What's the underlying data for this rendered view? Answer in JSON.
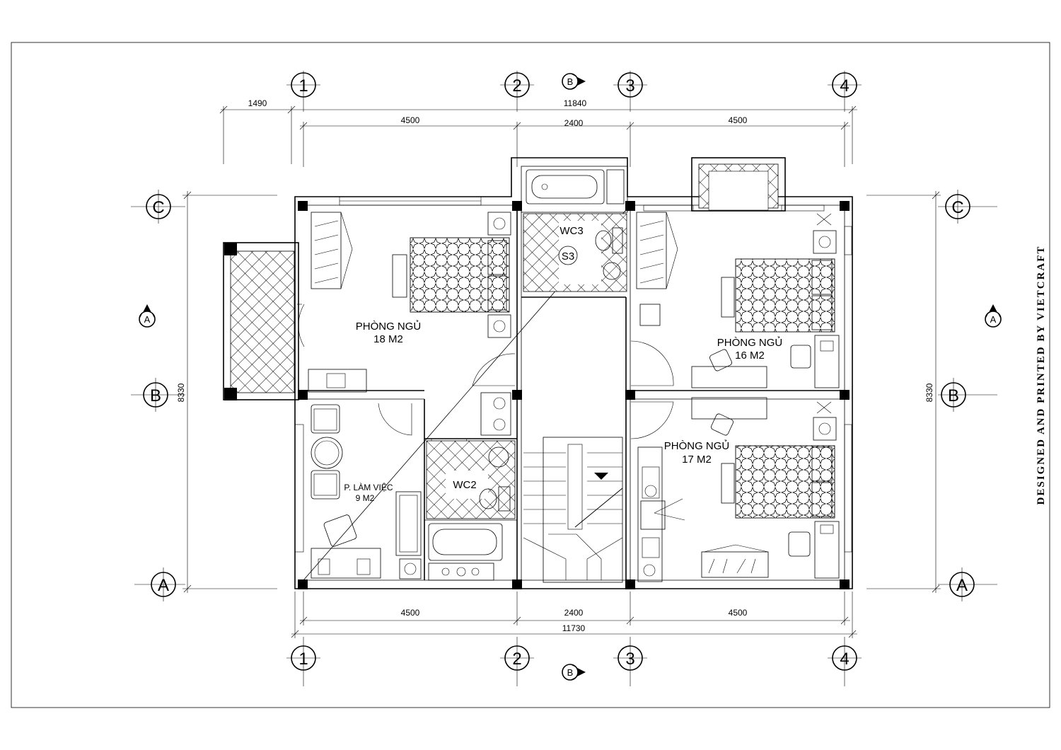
{
  "signature": "DESIGNED AND PRINTED BY VIETCRAFT",
  "grid_columns": [
    "1",
    "2",
    "3",
    "4"
  ],
  "grid_rows": [
    "A",
    "B",
    "C"
  ],
  "section_markers": {
    "vertical": "B",
    "horizontal": "A"
  },
  "dimensions": {
    "top_overall": "11840",
    "top_left_offset": "1490",
    "top_spans": [
      "4500",
      "2400",
      "4500"
    ],
    "bottom_spans": [
      "4500",
      "2400",
      "4500"
    ],
    "bottom_overall": "11730",
    "left_height": "8330",
    "right_height": "8330"
  },
  "rooms": [
    {
      "name": "PHÒNG NGỦ",
      "area": "18 M2"
    },
    {
      "name": "PHÒNG NGỦ",
      "area": "16 M2"
    },
    {
      "name": "PHÒNG NGỦ",
      "area": "17 M2"
    },
    {
      "name": "P. LÀM VIỆC",
      "area": "9 M2"
    },
    {
      "name": "WC3",
      "area": "S3"
    },
    {
      "name": "WC2",
      "area": ""
    }
  ]
}
